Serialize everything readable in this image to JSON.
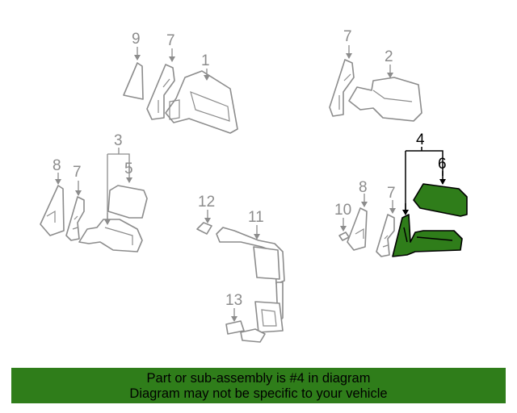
{
  "callouts": {
    "c1": "1",
    "c2": "2",
    "c3": "3",
    "c4": "4",
    "c5": "5",
    "c6": "6",
    "c7a": "7",
    "c7b": "7",
    "c7c": "7",
    "c7d": "7",
    "c8a": "8",
    "c8b": "8",
    "c9": "9",
    "c10": "10",
    "c11": "11",
    "c12": "12",
    "c13": "13"
  },
  "highlight_part": "4",
  "colors": {
    "highlight": "#2f7d1a",
    "line": "#8c8c8c"
  },
  "banner": {
    "line1": "Part or sub-assembly is #4 in diagram",
    "line2": "Diagram may not be specific to your vehicle"
  }
}
